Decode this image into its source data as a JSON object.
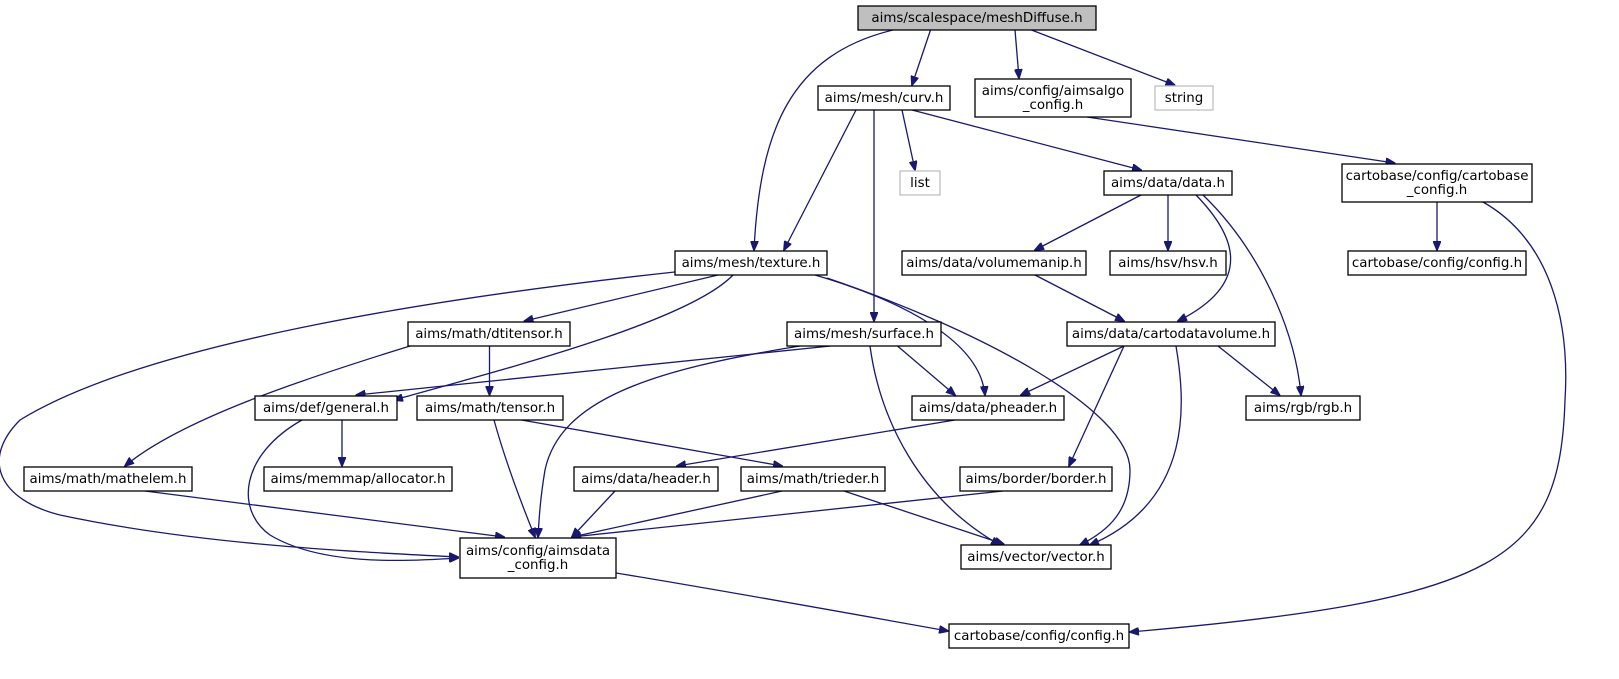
{
  "colors": {
    "edge": "#191970",
    "root_fill": "#bfbfbf",
    "external_border": "#bfbfbf",
    "node_border": "#000000"
  },
  "nodes": [
    {
      "id": "n_meshDiffuse",
      "lines": [
        "aims/scalespace/meshDiffuse.h"
      ],
      "kind": "root"
    },
    {
      "id": "n_curv",
      "lines": [
        "aims/mesh/curv.h"
      ],
      "kind": "normal"
    },
    {
      "id": "n_aimsalgo_config",
      "lines": [
        "aims/config/aimsalgo",
        "_config.h"
      ],
      "kind": "normal"
    },
    {
      "id": "n_string",
      "lines": [
        "string"
      ],
      "kind": "external"
    },
    {
      "id": "n_list",
      "lines": [
        "list"
      ],
      "kind": "external"
    },
    {
      "id": "n_data",
      "lines": [
        "aims/data/data.h"
      ],
      "kind": "normal"
    },
    {
      "id": "n_cartobase_config",
      "lines": [
        "cartobase/config/cartobase",
        "_config.h"
      ],
      "kind": "normal"
    },
    {
      "id": "n_texture",
      "lines": [
        "aims/mesh/texture.h"
      ],
      "kind": "normal"
    },
    {
      "id": "n_volumemanip",
      "lines": [
        "aims/data/volumemanip.h"
      ],
      "kind": "normal"
    },
    {
      "id": "n_hsv",
      "lines": [
        "aims/hsv/hsv.h"
      ],
      "kind": "normal"
    },
    {
      "id": "n_config_right",
      "lines": [
        "cartobase/config/config.h"
      ],
      "kind": "normal"
    },
    {
      "id": "n_dtitensor",
      "lines": [
        "aims/math/dtitensor.h"
      ],
      "kind": "normal"
    },
    {
      "id": "n_surface",
      "lines": [
        "aims/mesh/surface.h"
      ],
      "kind": "normal"
    },
    {
      "id": "n_cartodatavolume",
      "lines": [
        "aims/data/cartodatavolume.h"
      ],
      "kind": "normal"
    },
    {
      "id": "n_general",
      "lines": [
        "aims/def/general.h"
      ],
      "kind": "normal"
    },
    {
      "id": "n_tensor",
      "lines": [
        "aims/math/tensor.h"
      ],
      "kind": "normal"
    },
    {
      "id": "n_pheader",
      "lines": [
        "aims/data/pheader.h"
      ],
      "kind": "normal"
    },
    {
      "id": "n_rgb",
      "lines": [
        "aims/rgb/rgb.h"
      ],
      "kind": "normal"
    },
    {
      "id": "n_mathelem",
      "lines": [
        "aims/math/mathelem.h"
      ],
      "kind": "normal"
    },
    {
      "id": "n_allocator",
      "lines": [
        "aims/memmap/allocator.h"
      ],
      "kind": "normal"
    },
    {
      "id": "n_header",
      "lines": [
        "aims/data/header.h"
      ],
      "kind": "normal"
    },
    {
      "id": "n_trieder",
      "lines": [
        "aims/math/trieder.h"
      ],
      "kind": "normal"
    },
    {
      "id": "n_border",
      "lines": [
        "aims/border/border.h"
      ],
      "kind": "normal"
    },
    {
      "id": "n_aimsdata_config",
      "lines": [
        "aims/config/aimsdata",
        "_config.h"
      ],
      "kind": "normal"
    },
    {
      "id": "n_vector",
      "lines": [
        "aims/vector/vector.h"
      ],
      "kind": "normal"
    },
    {
      "id": "n_config_bottom",
      "lines": [
        "cartobase/config/config.h"
      ],
      "kind": "normal"
    }
  ],
  "edges": [
    {
      "from": "n_meshDiffuse",
      "to": "n_curv"
    },
    {
      "from": "n_meshDiffuse",
      "to": "n_aimsalgo_config"
    },
    {
      "from": "n_meshDiffuse",
      "to": "n_string"
    },
    {
      "from": "n_meshDiffuse",
      "to": "n_texture"
    },
    {
      "from": "n_curv",
      "to": "n_list"
    },
    {
      "from": "n_curv",
      "to": "n_data"
    },
    {
      "from": "n_curv",
      "to": "n_texture"
    },
    {
      "from": "n_curv",
      "to": "n_surface"
    },
    {
      "from": "n_aimsalgo_config",
      "to": "n_cartobase_config"
    },
    {
      "from": "n_cartobase_config",
      "to": "n_config_right"
    },
    {
      "from": "n_cartobase_config",
      "to": "n_config_bottom"
    },
    {
      "from": "n_data",
      "to": "n_volumemanip"
    },
    {
      "from": "n_data",
      "to": "n_hsv"
    },
    {
      "from": "n_data",
      "to": "n_cartodatavolume"
    },
    {
      "from": "n_data",
      "to": "n_rgb"
    },
    {
      "from": "n_volumemanip",
      "to": "n_cartodatavolume"
    },
    {
      "from": "n_texture",
      "to": "n_dtitensor"
    },
    {
      "from": "n_texture",
      "to": "n_general"
    },
    {
      "from": "n_texture",
      "to": "n_pheader"
    },
    {
      "from": "n_texture",
      "to": "n_vector"
    },
    {
      "from": "n_texture",
      "to": "n_aimsdata_config"
    },
    {
      "from": "n_dtitensor",
      "to": "n_tensor"
    },
    {
      "from": "n_dtitensor",
      "to": "n_mathelem"
    },
    {
      "from": "n_surface",
      "to": "n_general"
    },
    {
      "from": "n_surface",
      "to": "n_pheader"
    },
    {
      "from": "n_surface",
      "to": "n_aimsdata_config"
    },
    {
      "from": "n_surface",
      "to": "n_vector"
    },
    {
      "from": "n_cartodatavolume",
      "to": "n_pheader"
    },
    {
      "from": "n_cartodatavolume",
      "to": "n_rgb"
    },
    {
      "from": "n_cartodatavolume",
      "to": "n_border"
    },
    {
      "from": "n_cartodatavolume",
      "to": "n_vector"
    },
    {
      "from": "n_general",
      "to": "n_allocator"
    },
    {
      "from": "n_general",
      "to": "n_aimsdata_config"
    },
    {
      "from": "n_tensor",
      "to": "n_trieder"
    },
    {
      "from": "n_tensor",
      "to": "n_aimsdata_config"
    },
    {
      "from": "n_pheader",
      "to": "n_header"
    },
    {
      "from": "n_mathelem",
      "to": "n_aimsdata_config"
    },
    {
      "from": "n_header",
      "to": "n_aimsdata_config"
    },
    {
      "from": "n_trieder",
      "to": "n_aimsdata_config"
    },
    {
      "from": "n_trieder",
      "to": "n_vector"
    },
    {
      "from": "n_border",
      "to": "n_aimsdata_config"
    },
    {
      "from": "n_aimsdata_config",
      "to": "n_config_bottom"
    }
  ]
}
